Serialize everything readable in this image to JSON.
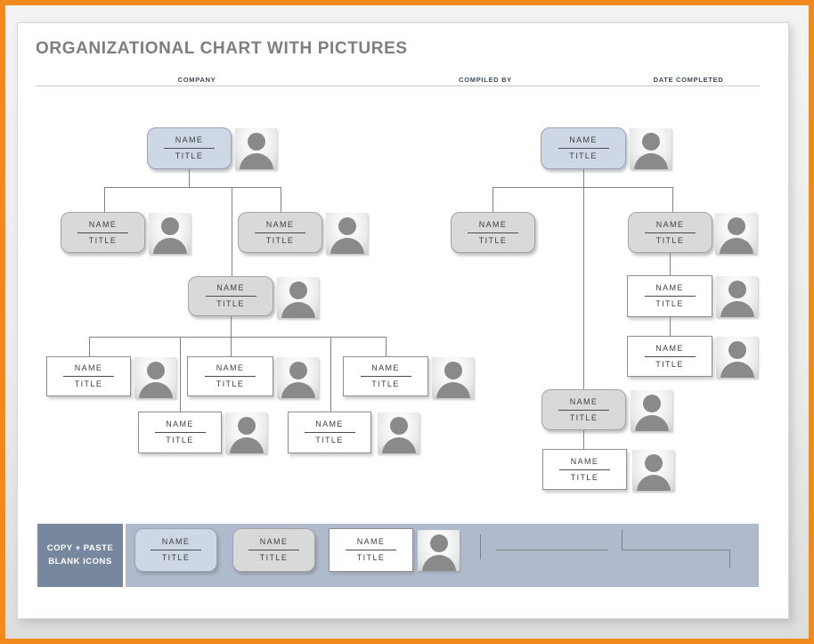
{
  "page": {
    "title": "ORGANIZATIONAL CHART WITH PICTURES"
  },
  "header": {
    "fields": [
      {
        "label": "COMPANY"
      },
      {
        "label": "COMPILED BY"
      },
      {
        "label": "DATE COMPLETED"
      }
    ]
  },
  "node_label": {
    "name": "NAME",
    "title": "TITLE"
  },
  "footer": {
    "label_line1": "COPY + PASTE",
    "label_line2": "BLANK ICONS"
  },
  "colors": {
    "frame_orange": "#F08A1C",
    "band_blue": "#AFBBCD",
    "label_box_blue": "#76879E",
    "node_blue": "#CDD7E5",
    "node_gray": "#D9D9D9",
    "node_white": "#FFFFFF",
    "silhouette_gray": "#8A8A8A",
    "title_gray": "#7E7E7E",
    "header_label_blue": "#3C4B5C",
    "connector_gray": "#828282"
  },
  "icon_names": {
    "person": "person-icon"
  }
}
